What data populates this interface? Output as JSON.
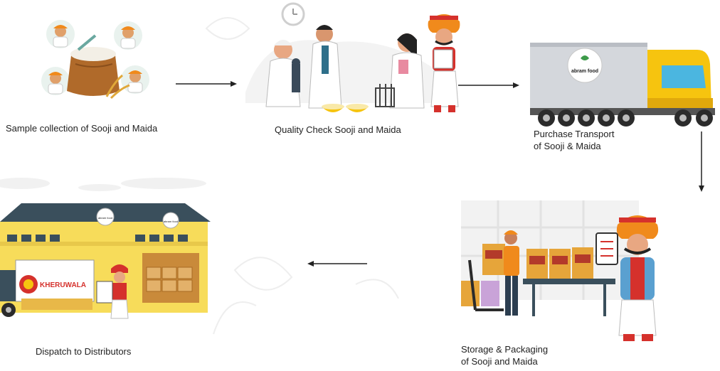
{
  "steps": [
    {
      "id": "sample",
      "lines": [
        "Sample collection of Sooji and Maida"
      ]
    },
    {
      "id": "quality",
      "lines": [
        "Quality Check  Sooji and Maida"
      ]
    },
    {
      "id": "transport",
      "lines": [
        "Purchase Transport",
        "of Sooji & Maida"
      ]
    },
    {
      "id": "storage",
      "lines": [
        "Storage & Packaging",
        "of Sooji and Maida"
      ]
    },
    {
      "id": "dispatch",
      "lines": [
        "Dispatch to Distributors"
      ]
    }
  ],
  "branding": {
    "truck_logo": "abram food",
    "warehouse_logo": "abram food",
    "warehouse_sign": "KHERUWALA"
  },
  "colors": {
    "truck_yellow": "#f6c40f",
    "turban_orange": "#f08a1c",
    "sack_brown": "#b06a2a",
    "warehouse_yellow": "#f7dc5a",
    "warehouse_roof": "#3a4f5c",
    "red": "#d5312c"
  }
}
